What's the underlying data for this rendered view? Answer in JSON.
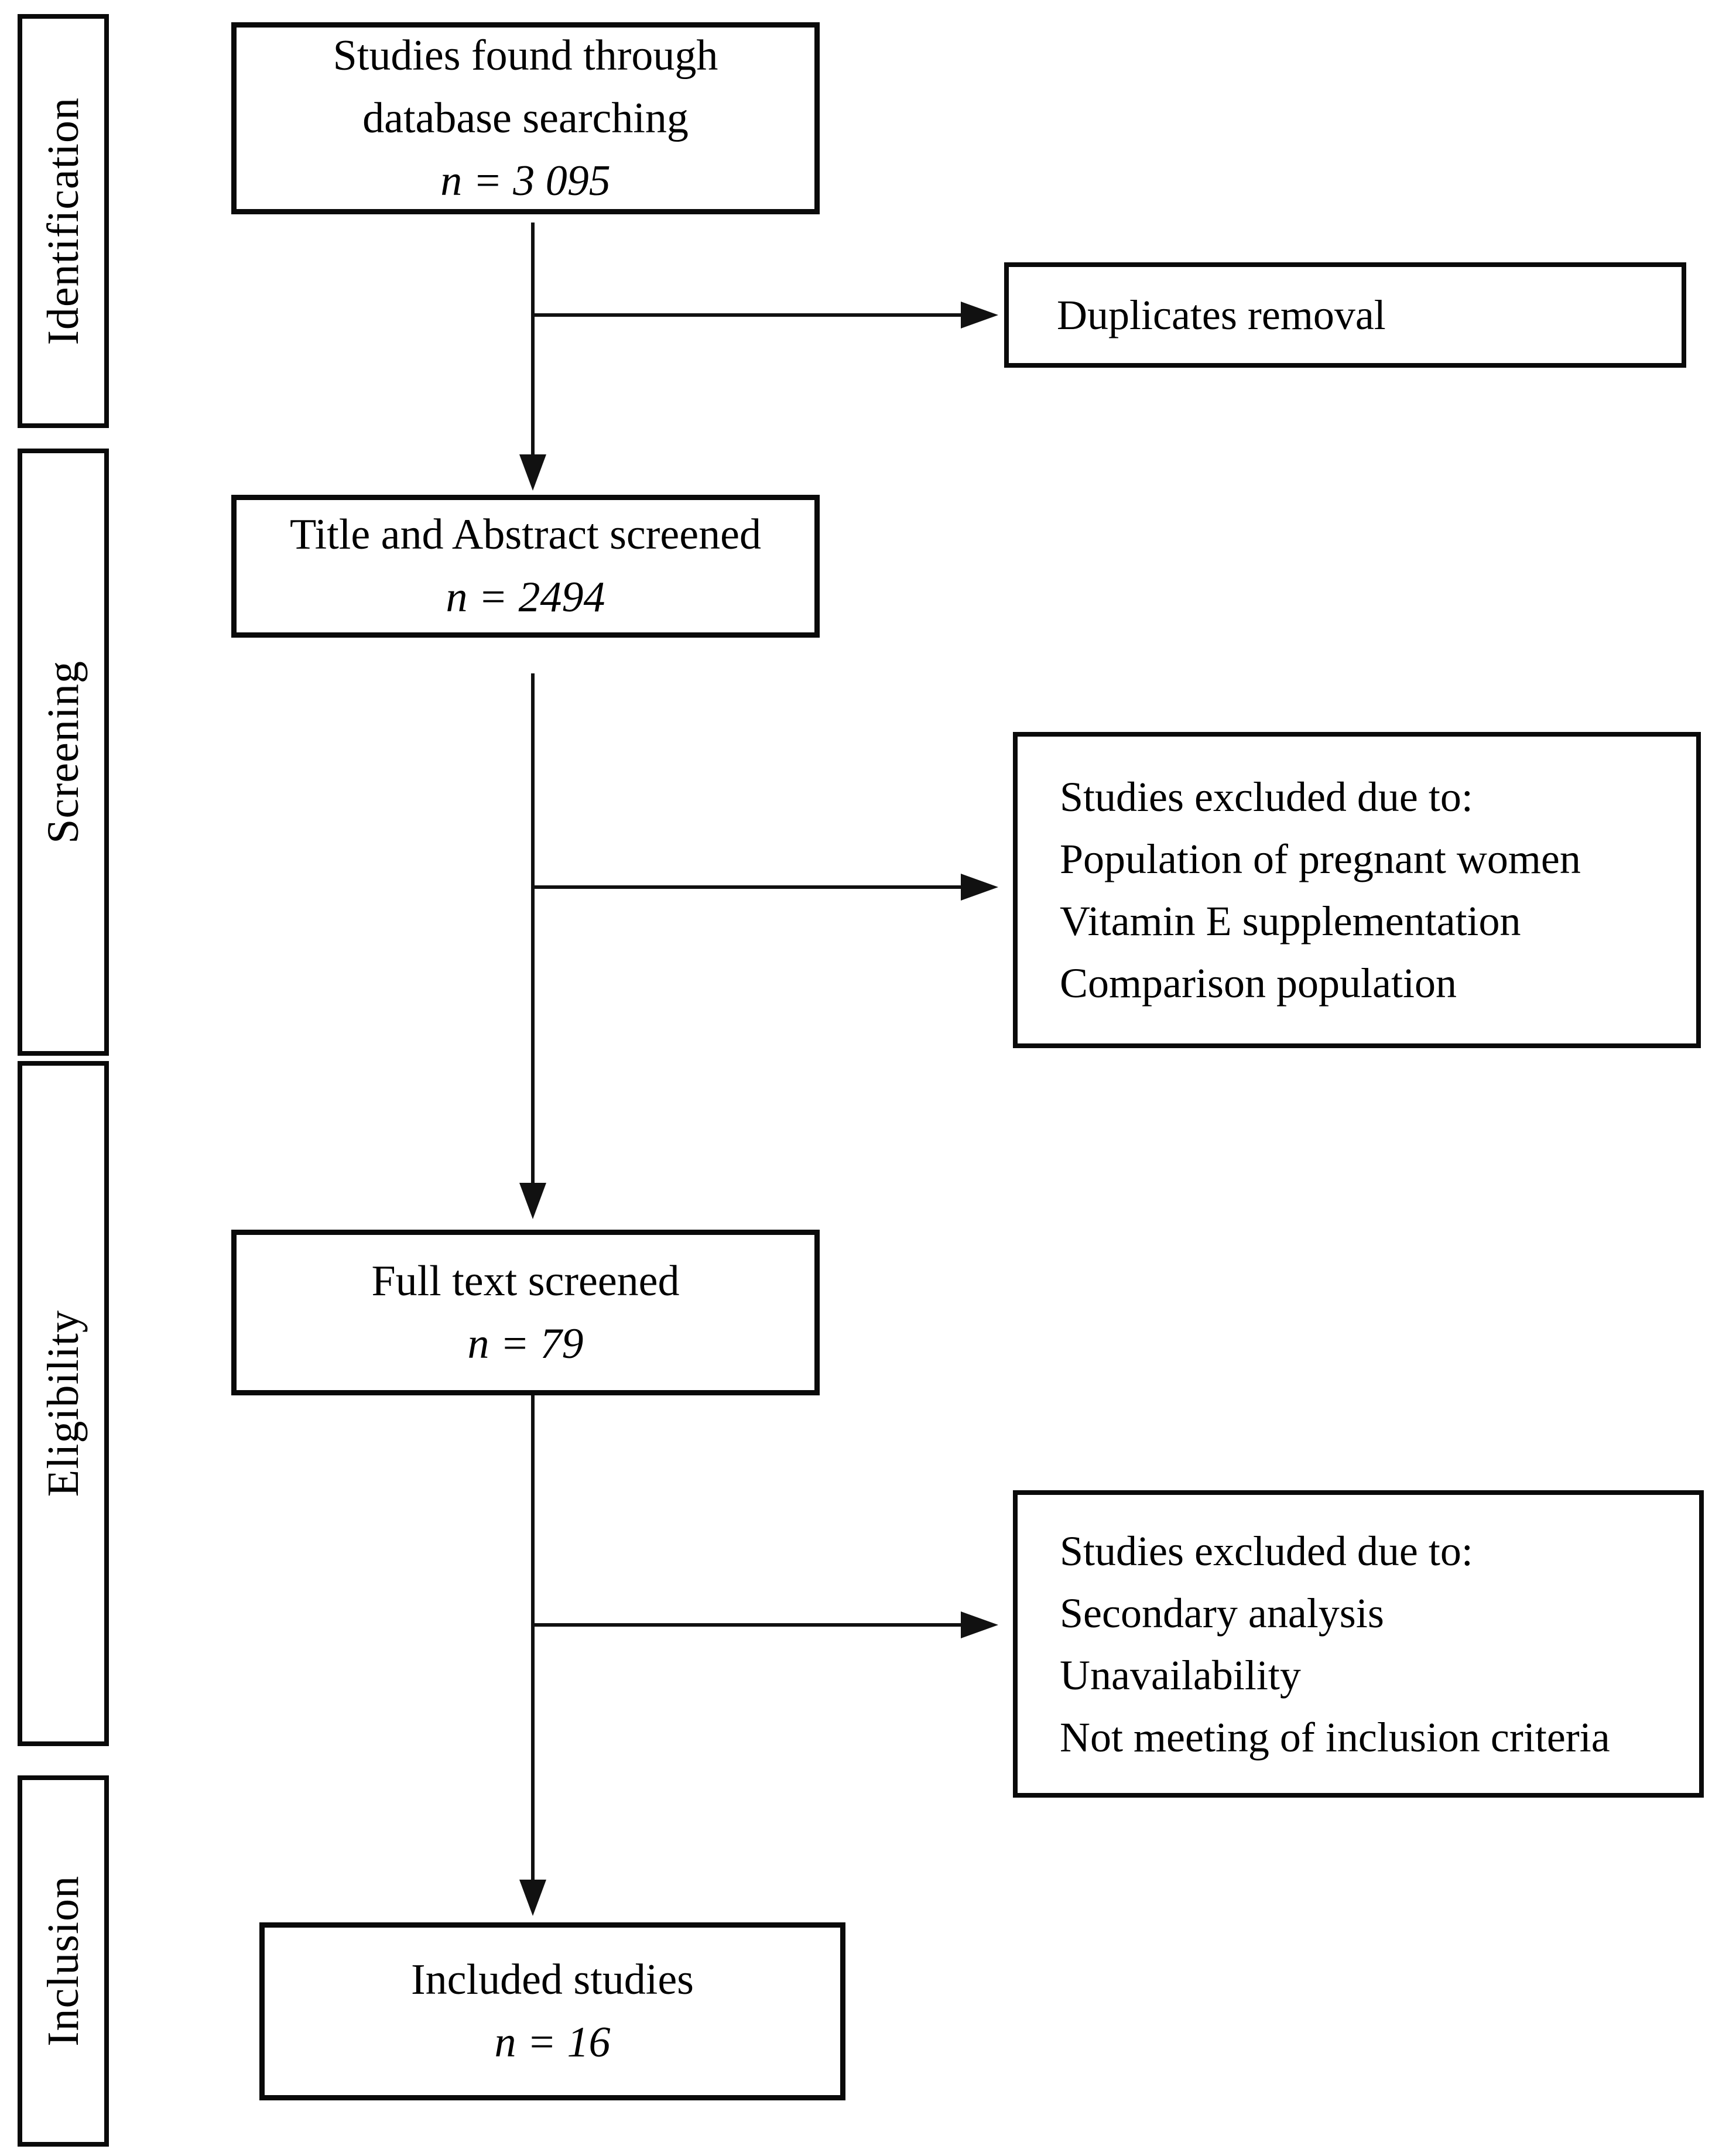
{
  "stages": [
    {
      "label": "Identification"
    },
    {
      "label": "Screening"
    },
    {
      "label": "Eligibility"
    },
    {
      "label": "Inclusion"
    }
  ],
  "flow": [
    {
      "lines": [
        "Studies found through",
        "database searching"
      ],
      "count": "n = 3 095"
    },
    {
      "lines": [
        "Title and Abstract screened"
      ],
      "count": "n = 2494"
    },
    {
      "lines": [
        "Full text screened"
      ],
      "count": "n = 79"
    },
    {
      "lines": [
        "Included studies"
      ],
      "count": "n = 16"
    }
  ],
  "side": [
    {
      "lines": [
        "Duplicates removal"
      ]
    },
    {
      "lines": [
        "Studies excluded due to:",
        "Population of pregnant women",
        "Vitamin E supplementation",
        "Comparison population"
      ]
    },
    {
      "lines": [
        "Studies excluded due to:",
        "Secondary analysis",
        "Unavailability",
        "Not meeting of inclusion criteria"
      ]
    }
  ]
}
